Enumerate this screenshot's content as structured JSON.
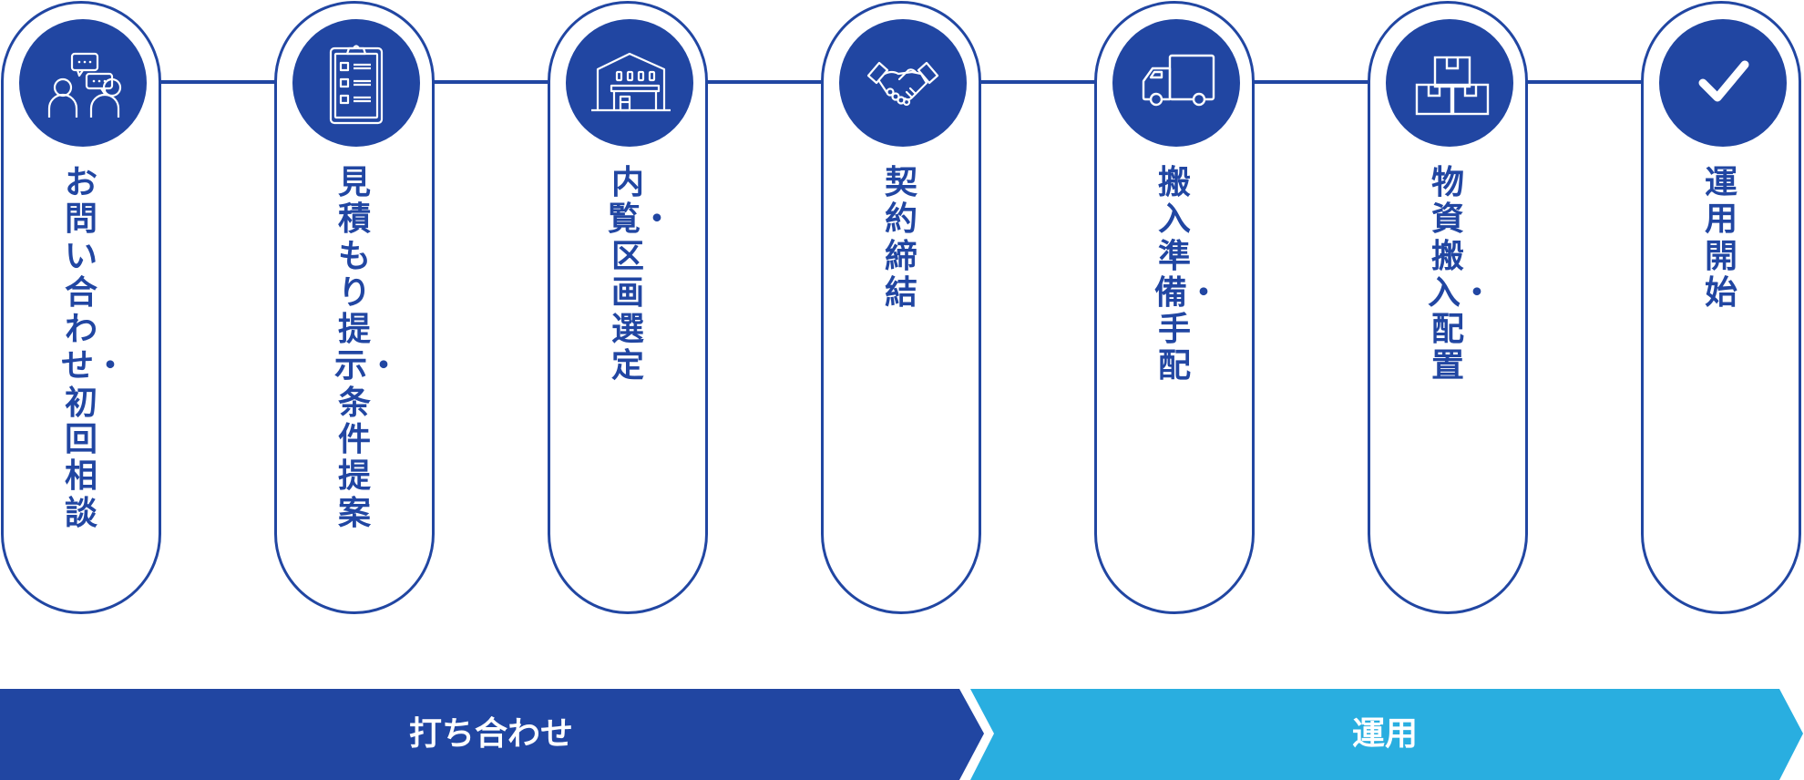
{
  "colors": {
    "primary": "#2146A2",
    "secondary": "#29AEE0",
    "background": "#FFFFFF"
  },
  "steps": [
    {
      "label": "お問い合わせ・初回相談",
      "icon": "consultation-chat-icon"
    },
    {
      "label": "見積もり提示・条件提案",
      "icon": "clipboard-checklist-icon"
    },
    {
      "label": "内覧・区画選定",
      "icon": "warehouse-icon"
    },
    {
      "label": "契約締結",
      "icon": "handshake-icon"
    },
    {
      "label": "搬入準備・手配",
      "icon": "truck-icon"
    },
    {
      "label": "物資搬入・配置",
      "icon": "stacked-boxes-icon"
    },
    {
      "label": "運用開始",
      "icon": "checkmark-icon"
    }
  ],
  "phases": [
    {
      "label": "打ち合わせ",
      "color": "#2146A2"
    },
    {
      "label": "運用",
      "color": "#29AEE0"
    }
  ]
}
